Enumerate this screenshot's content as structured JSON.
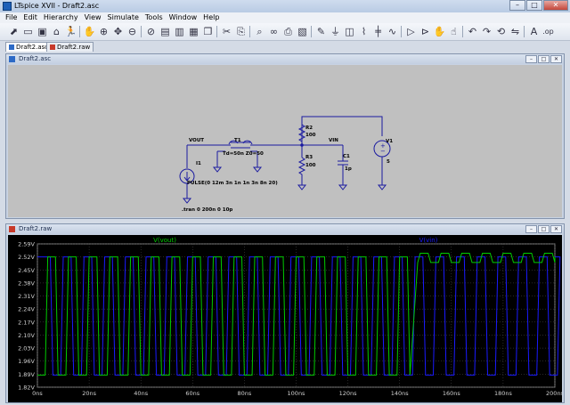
{
  "window": {
    "title": "LTspice XVII - Draft2.asc"
  },
  "menu": [
    "File",
    "Edit",
    "Hierarchy",
    "View",
    "Simulate",
    "Tools",
    "Window",
    "Help"
  ],
  "toolbar_icons": [
    "new-schematic-icon",
    "open-icon",
    "save-icon",
    "control-panel-icon",
    "run-icon",
    "halt-icon",
    "zoom-in-icon",
    "pan-icon",
    "zoom-out-icon",
    "zoom-fit-icon",
    "autorange-icon",
    "tile-horizontal-icon",
    "tile-vertical-icon",
    "cascade-icon",
    "cut-icon",
    "copy-icon",
    "find-icon",
    "binoculars-icon",
    "print-icon",
    "print-preview-icon",
    "wire-icon",
    "ground-icon",
    "label-icon",
    "resistor-icon",
    "capacitor-icon",
    "inductor-icon",
    "diode-icon",
    "component-icon",
    "move-icon",
    "drag-icon",
    "undo-icon",
    "redo-icon",
    "rotate-icon",
    "mirror-icon",
    "text-icon",
    "spice-directive-icon"
  ],
  "tabs": [
    {
      "label": "Draft2.asc"
    },
    {
      "label": "Draft2.raw"
    }
  ],
  "schematic": {
    "window_title": "Draft2.asc",
    "labels": {
      "vout": "VOUT",
      "vin": "VIN",
      "t1": "T1",
      "t1_param": "Td=50n Z0=50",
      "i1": "I1",
      "i1_value": "PULSE(0 12m 3n 1n 1n 3n 8n 20)",
      "r2": "R2",
      "r2_value": "100",
      "r3": "R3",
      "r3_value": "100",
      "c1": "C1",
      "c1_value": "1p",
      "v1": "V1",
      "v1_value": "5",
      "directive": ".tran 0 200n 0 10p"
    }
  },
  "waveform": {
    "window_title": "Draft2.raw",
    "trace_colors": {
      "vout": "#00cc00",
      "vin": "#1a1aff"
    }
  },
  "chart_data": {
    "type": "line",
    "series": [
      {
        "name": "V(vout)",
        "color": "#00cc00"
      },
      {
        "name": "V(vin)",
        "color": "#1a1aff"
      }
    ],
    "xlabel": "",
    "ylabel": "",
    "xlim": [
      0,
      200
    ],
    "ylim": [
      1.82,
      2.59
    ],
    "x_ticks": [
      "0ns",
      "20ns",
      "40ns",
      "60ns",
      "80ns",
      "100ns",
      "120ns",
      "140ns",
      "160ns",
      "180ns",
      "200ns"
    ],
    "y_ticks": [
      "2.59V",
      "2.52V",
      "2.45V",
      "2.38V",
      "2.31V",
      "2.24V",
      "2.17V",
      "2.10V",
      "2.03V",
      "1.96V",
      "1.89V",
      "1.82V"
    ],
    "pulse": {
      "low": 1.885,
      "high": 2.52,
      "period_ns": 8,
      "count": 20,
      "first_rise_ns": 3,
      "high_ns": 3,
      "edge_ns": 1
    },
    "delay_ns": 50,
    "grid": true
  }
}
